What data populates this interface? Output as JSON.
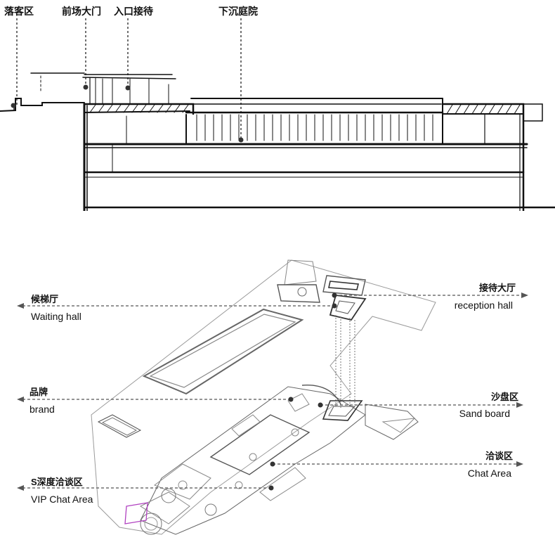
{
  "section": {
    "labels": [
      {
        "id": "drop_off",
        "text": "落客区"
      },
      {
        "id": "forecourt_gate",
        "text": "前场大门"
      },
      {
        "id": "entrance_reception",
        "text": "入口接待"
      },
      {
        "id": "sunken_courtyard",
        "text": "下沉庭院"
      }
    ]
  },
  "plan": {
    "callouts": [
      {
        "id": "waiting_hall",
        "cn": "候梯厅",
        "en": "Waiting hall",
        "side": "left"
      },
      {
        "id": "reception_hall",
        "cn": "接待大厅",
        "en": "reception hall",
        "side": "right"
      },
      {
        "id": "brand",
        "cn": "品牌",
        "en": "brand",
        "side": "left"
      },
      {
        "id": "sand_board",
        "cn": "沙盘区",
        "en": "Sand board",
        "side": "right"
      },
      {
        "id": "chat_area",
        "cn": "洽谈区",
        "en": "Chat Area",
        "side": "right"
      },
      {
        "id": "vip_chat_area",
        "cn": "S深度洽谈区",
        "en": "VIP Chat Area",
        "side": "left"
      }
    ]
  },
  "colors": {
    "ink": "#111111",
    "plan_line": "#9a9a9a",
    "accent_purple": "#b040c0"
  }
}
